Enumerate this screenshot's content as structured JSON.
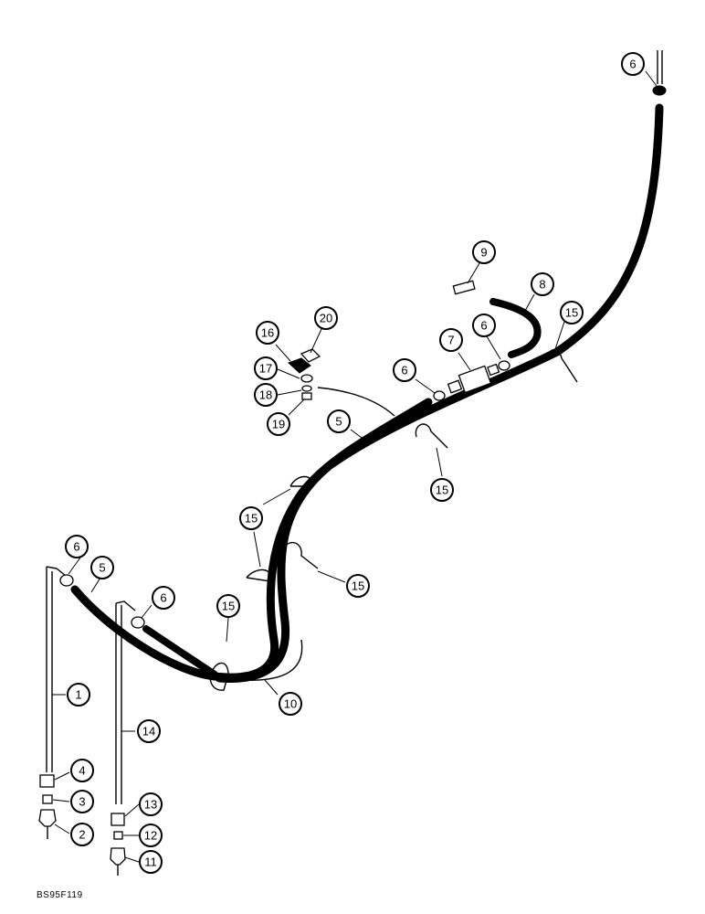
{
  "figure": {
    "reference_code": "BS95F119"
  },
  "callouts": [
    {
      "id": "c6-top",
      "label": "6"
    },
    {
      "id": "c9",
      "label": "9"
    },
    {
      "id": "c8",
      "label": "8"
    },
    {
      "id": "c15-a",
      "label": "15"
    },
    {
      "id": "c20",
      "label": "20"
    },
    {
      "id": "c16",
      "label": "16"
    },
    {
      "id": "c7",
      "label": "7"
    },
    {
      "id": "c6-b",
      "label": "6"
    },
    {
      "id": "c17",
      "label": "17"
    },
    {
      "id": "c6-c",
      "label": "6"
    },
    {
      "id": "c18",
      "label": "18"
    },
    {
      "id": "c19",
      "label": "19"
    },
    {
      "id": "c5-a",
      "label": "5"
    },
    {
      "id": "c15-b",
      "label": "15"
    },
    {
      "id": "c15-c",
      "label": "15"
    },
    {
      "id": "c15-d",
      "label": "15"
    },
    {
      "id": "c6-d",
      "label": "6"
    },
    {
      "id": "c5-b",
      "label": "5"
    },
    {
      "id": "c6-e",
      "label": "6"
    },
    {
      "id": "c15-e",
      "label": "15"
    },
    {
      "id": "c1",
      "label": "1"
    },
    {
      "id": "c10",
      "label": "10"
    },
    {
      "id": "c14",
      "label": "14"
    },
    {
      "id": "c4",
      "label": "4"
    },
    {
      "id": "c3",
      "label": "3"
    },
    {
      "id": "c2",
      "label": "2"
    },
    {
      "id": "c13",
      "label": "13"
    },
    {
      "id": "c12",
      "label": "12"
    },
    {
      "id": "c11",
      "label": "11"
    }
  ]
}
